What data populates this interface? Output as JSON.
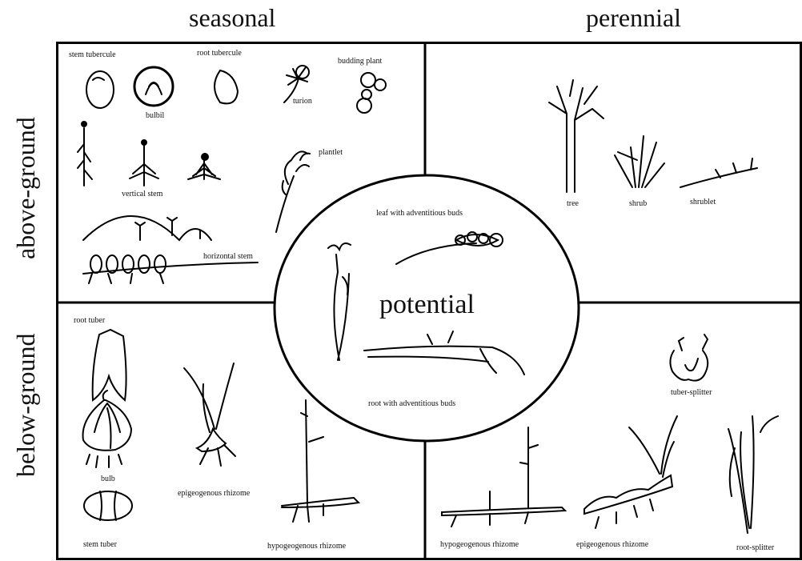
{
  "columns": {
    "seasonal": "seasonal",
    "perennial": "perennial"
  },
  "rows": {
    "above": "above-ground",
    "below": "below-ground"
  },
  "center": {
    "title": "potential",
    "leaf_buds": "leaf with adventitious buds",
    "root_buds": "root with adventitious buds"
  },
  "above_seasonal": {
    "stem_tubercule": "stem tubercule",
    "root_tubercule": "root tubercule",
    "budding_plant": "budding plant",
    "bulbil": "bulbil",
    "turion": "turion",
    "plantlet": "plantlet",
    "vertical_stem": "vertical stem",
    "horizontal_stem": "horizontal stem"
  },
  "above_perennial": {
    "tree": "tree",
    "shrub": "shrub",
    "shrublet": "shrublet"
  },
  "below_seasonal": {
    "root_tuber": "root tuber",
    "bulb": "bulb",
    "stem_tuber": "stem tuber",
    "epigeogenous_rhizome": "epigeogenous rhizome",
    "hypogeogenous_rhizome": "hypogeogenous rhizome"
  },
  "below_perennial": {
    "tuber_splitter": "tuber-splitter",
    "root_splitter": "root-splitter",
    "hypogeogenous_rhizome": "hypogeogenous rhizome",
    "epigeogenous_rhizome": "epigeogenous rhizome"
  }
}
